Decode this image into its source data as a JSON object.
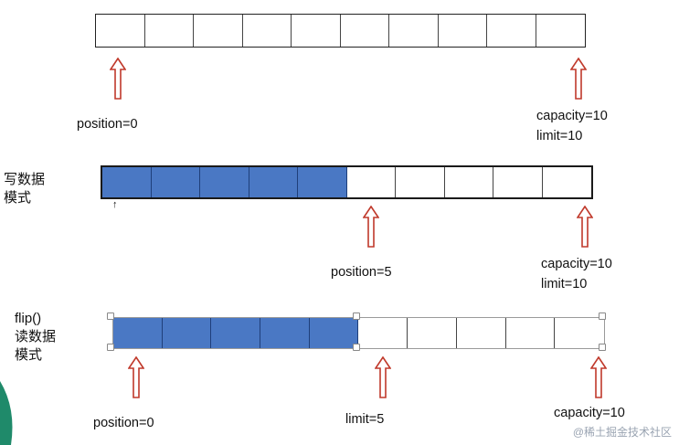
{
  "row1": {
    "cells_total": 10,
    "cells_filled": 0,
    "position_label": "position=0",
    "capacity_label": "capacity=10",
    "limit_label": "limit=10"
  },
  "row2": {
    "mode_line1": "写数据",
    "mode_line2": "模式",
    "cells_total": 10,
    "cells_filled": 5,
    "position_label": "position=5",
    "capacity_label": "capacity=10",
    "limit_label": "limit=10"
  },
  "row3": {
    "mode_line1": "flip()",
    "mode_line2": "读数据",
    "mode_line3": "模式",
    "cells_total": 10,
    "cells_filled": 5,
    "position_label": "position=0",
    "limit_label": "limit=5",
    "capacity_label": "capacity=10"
  },
  "colors": {
    "filled": "#4a78c4",
    "arrow": "#c0392b"
  },
  "watermark": "@稀土掘金技术社区"
}
